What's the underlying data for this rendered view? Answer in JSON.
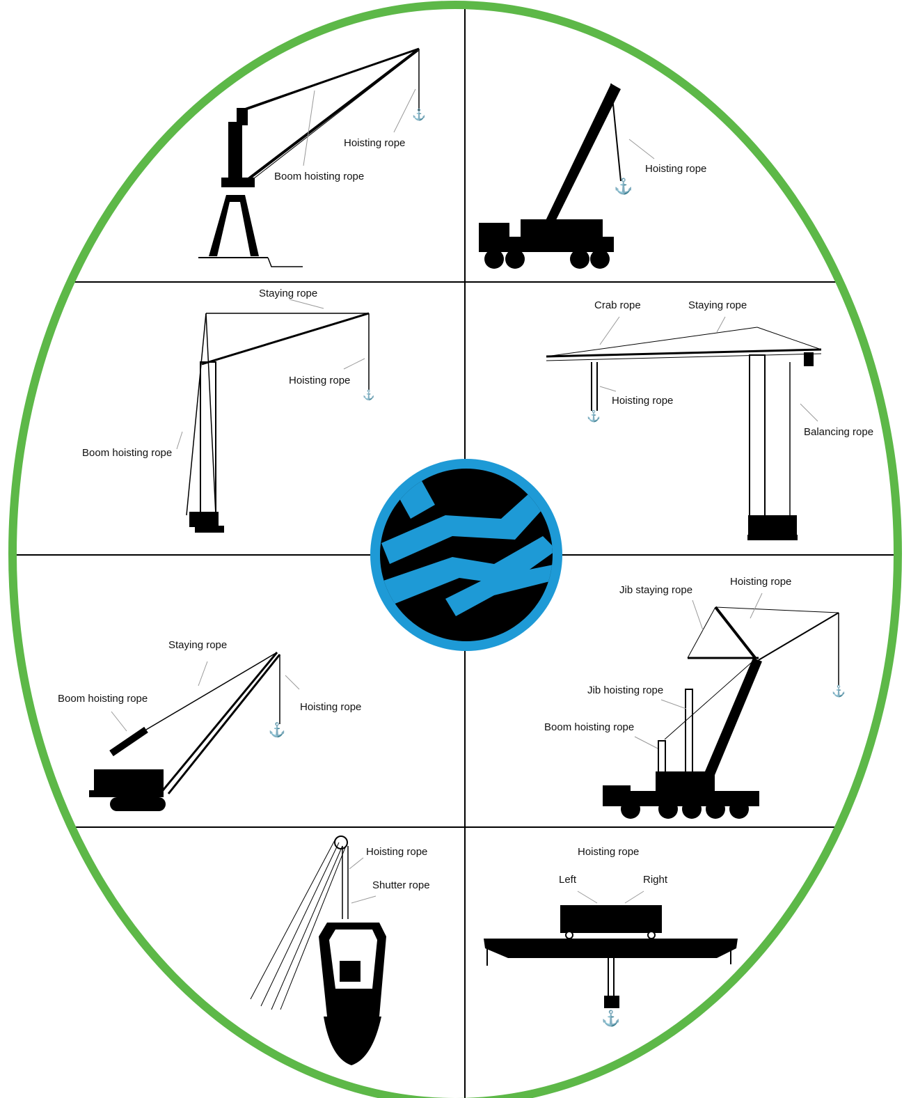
{
  "colors": {
    "frame": "#5db848",
    "logo_ring": "#1e9ad6",
    "logo_fill": "#000000",
    "ink": "#000000",
    "leader": "#999999"
  },
  "panels": {
    "portal": {
      "hoisting": "Hoisting rope",
      "boom_hoisting": "Boom hoisting rope"
    },
    "truck": {
      "hoisting": "Hoisting rope"
    },
    "tower_left": {
      "staying": "Staying rope",
      "hoisting": "Hoisting rope",
      "boom_hoisting": "Boom hoisting rope"
    },
    "tower_right": {
      "crab": "Crab rope",
      "staying": "Staying rope",
      "hoisting": "Hoisting rope",
      "balancing": "Balancing rope"
    },
    "crawler": {
      "staying": "Staying rope",
      "boom_hoisting": "Boom hoisting rope",
      "hoisting": "Hoisting rope"
    },
    "mobile": {
      "jib_staying": "Jib staying rope",
      "hoisting": "Hoisting rope",
      "jib_hoisting": "Jib hoisting rope",
      "boom_hoisting": "Boom hoisting rope"
    },
    "grab": {
      "hoisting": "Hoisting rope",
      "shutter": "Shutter rope"
    },
    "overhead": {
      "hoisting": "Hoisting rope",
      "left": "Left",
      "right": "Right"
    }
  }
}
